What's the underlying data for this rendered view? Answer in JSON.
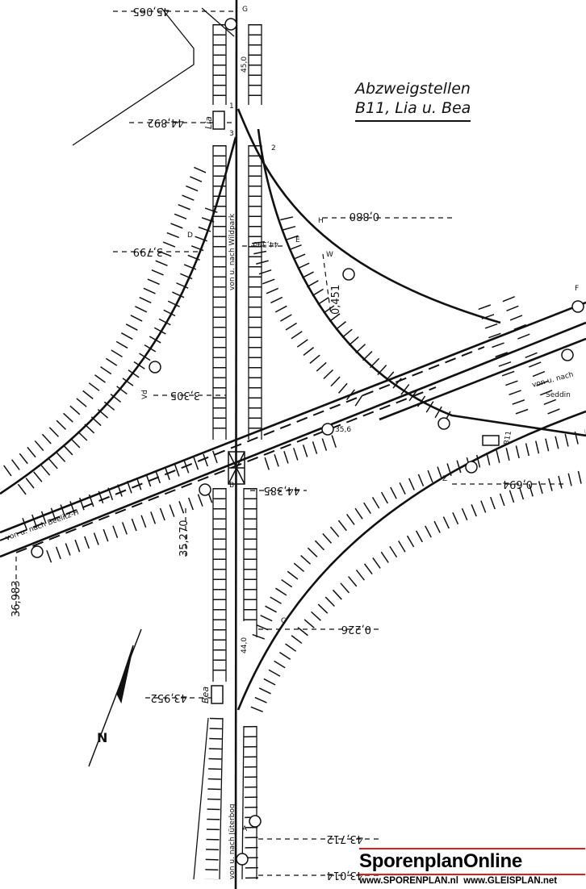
{
  "title": {
    "line1": "Abzweigstellen",
    "line2": "B11, Lia u. Bea"
  },
  "directions": {
    "wildpark": "von u. nach Wildpark",
    "beelitz": "von u. nach Beelitz-H",
    "seddin_1": "von u. nach",
    "seddin_2": "Seddin",
    "jueterbog": "von u. nach Jüterbog"
  },
  "stations": {
    "lia": "Lia",
    "bea": "Bea",
    "b11": "B11"
  },
  "km_markers": {
    "k1": "45,065",
    "k2": "44,892",
    "k3": "0,880",
    "k4": "3,799",
    "k5": "44,590",
    "k6": "0,451",
    "k7": "3,305",
    "k8": "44,385",
    "k9": "0,694",
    "k10": "35,270",
    "k11": "36,983",
    "k12": "0,226",
    "k13": "43,952",
    "k14": "43,712",
    "k15": "43,014"
  },
  "track_labels": {
    "speed_top": "45,0",
    "speed_mid": "44,0",
    "bridge": "35,6",
    "sig_a": "A",
    "sig_b": "B",
    "sig_c": "C",
    "sig_d": "D",
    "sig_e": "E",
    "sig_f": "F",
    "sig_g": "G",
    "sig_h": "H",
    "sig_w": "W",
    "sig_z": "Z",
    "sig_vd": "Vd",
    "sw1": "1",
    "sw2": "2",
    "sw3": "3"
  },
  "north_arrow": "N",
  "logo": {
    "name": "SporenplanOnline",
    "url1": "www.SPORENPLAN.nl",
    "url2": "www.GLEISPLAN.net",
    "accent": "#d82020"
  }
}
